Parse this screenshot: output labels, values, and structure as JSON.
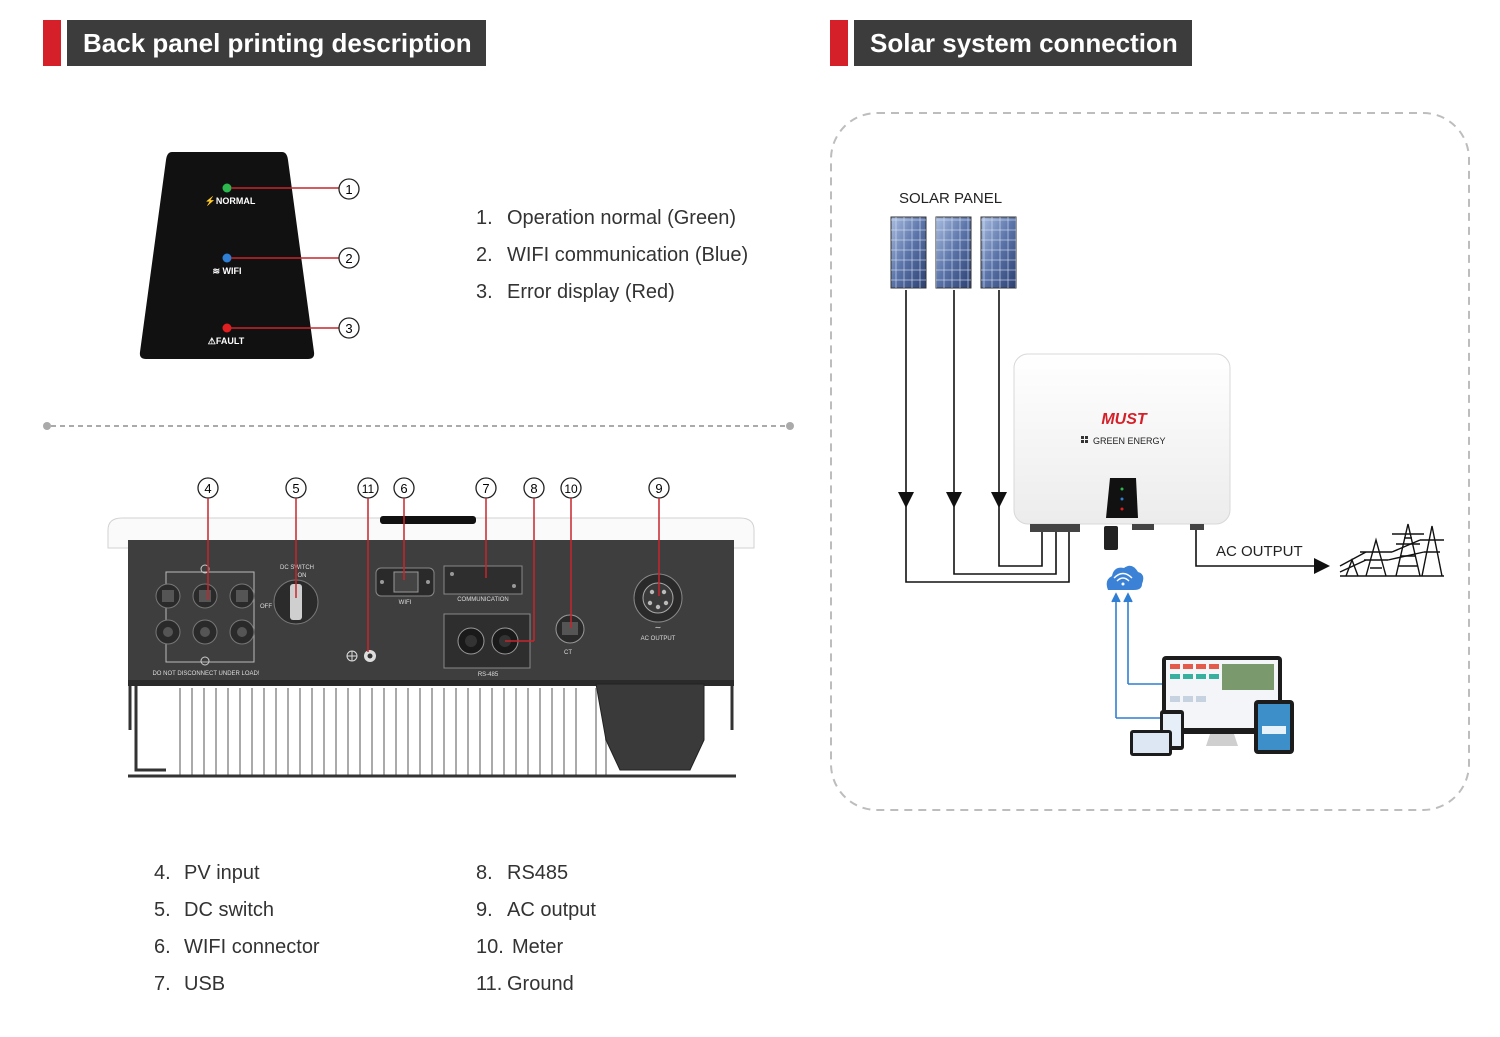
{
  "left_header": "Back panel printing description",
  "right_header": "Solar system connection",
  "indicator_labels": [
    "NORMAL",
    "WIFI",
    "FAULT"
  ],
  "indicator_colors": {
    "normal": "#2db84d",
    "wifi": "#2f7fd4",
    "fault": "#e02020"
  },
  "legend_top": [
    {
      "num": "1.",
      "text": "Operation normal (Green)"
    },
    {
      "num": "2.",
      "text": "WIFI communication (Blue)"
    },
    {
      "num": "3.",
      "text": "Error display (Red)"
    }
  ],
  "callouts": [
    "1",
    "2",
    "3",
    "4",
    "5",
    "11",
    "6",
    "7",
    "8",
    "10",
    "9"
  ],
  "panel_labels": {
    "dc_switch": "DC SWITCH",
    "on": "ON",
    "off": "OFF",
    "wifi": "WIFI",
    "communication": "COMMUNICATION",
    "rs485": "RS-485",
    "ct": "CT",
    "ac_output": "AC OUTPUT",
    "warning": "DO NOT DISCONNECT UNDER LOAD!"
  },
  "legend_bottom_left": [
    {
      "num": "4.",
      "text": "PV input"
    },
    {
      "num": "5.",
      "text": "DC switch"
    },
    {
      "num": "6.",
      "text": "WIFI connector"
    },
    {
      "num": "7.",
      "text": "USB"
    }
  ],
  "legend_bottom_right": [
    {
      "num": "8.",
      "text": "RS485"
    },
    {
      "num": "9.",
      "text": "AC output"
    },
    {
      "num": "10.",
      "text": "Meter"
    },
    {
      "num": "11.",
      "text": "Ground"
    }
  ],
  "diagram": {
    "solar_panel": "SOLAR PANEL",
    "ac_output": "AC OUTPUT",
    "brand": "MUST",
    "brand_sub": "GREEN ENERGY"
  },
  "colors": {
    "accent": "#d5202a",
    "header_bg": "#3c3c3c",
    "arrow_blue": "#2f7fd4"
  }
}
